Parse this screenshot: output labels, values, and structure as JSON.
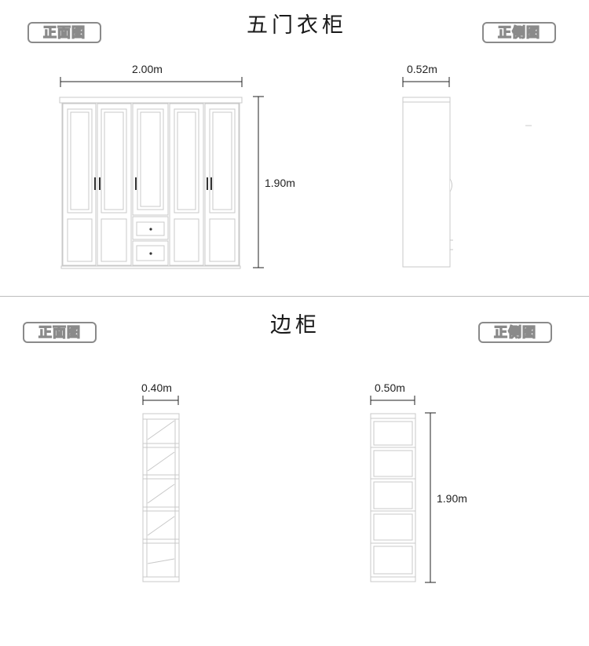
{
  "section1": {
    "title": "五门衣柜",
    "front_badge": "正面图",
    "side_badge": "正侧图",
    "width_label": "2.00m",
    "depth_label": "0.52m",
    "height_label": "1.90m"
  },
  "section2": {
    "title": "边柜",
    "front_badge": "正面图",
    "side_badge": "正侧图",
    "front_width_label": "0.40m",
    "side_width_label": "0.50m",
    "height_label": "1.90m"
  }
}
